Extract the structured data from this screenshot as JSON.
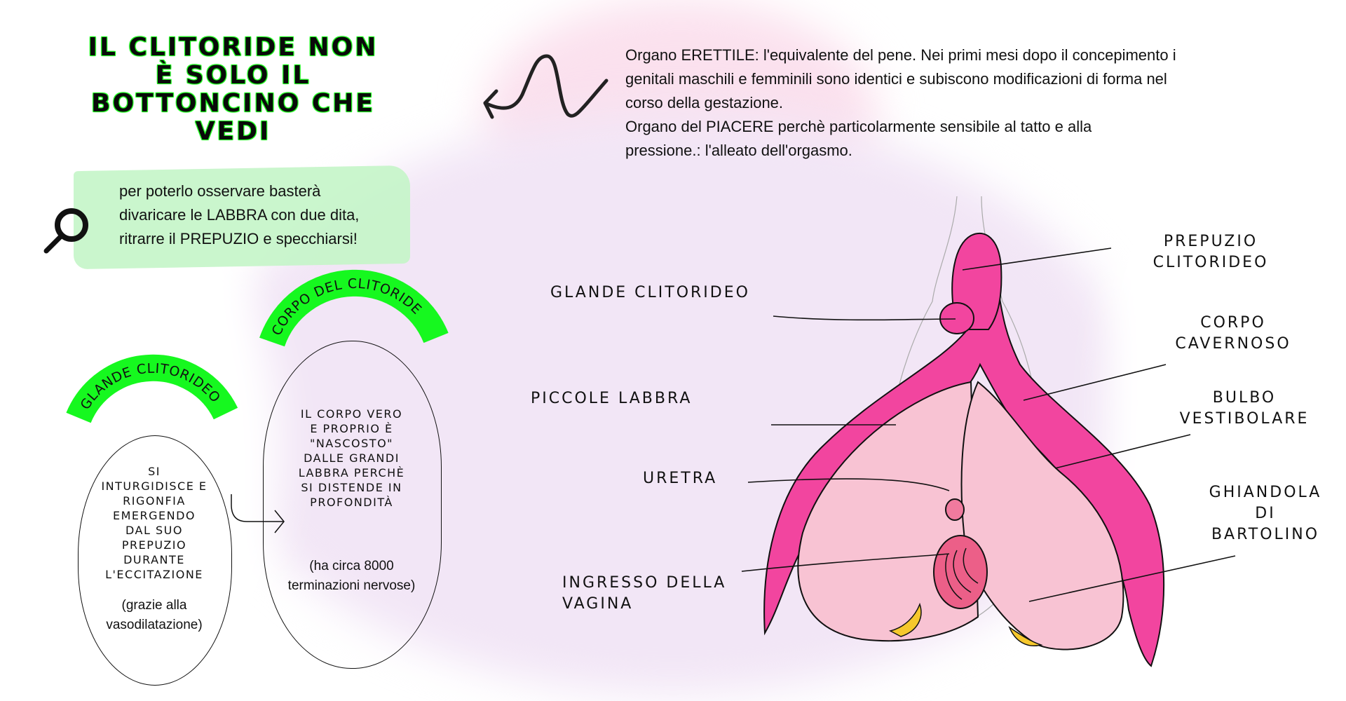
{
  "title": {
    "lines": [
      "IL CLITORIDE NON",
      "È SOLO IL",
      "BOTTONCINO CHE",
      "VEDI"
    ]
  },
  "tip": {
    "icon": "magnifier-icon",
    "lines": [
      "per poterlo osservare basterà",
      "divaricare le LABBRA con due dita,",
      "ritrarre il PREPUZIO e specchiarsi!"
    ]
  },
  "intro": {
    "lines": [
      "Organo ERETTILE: l'equivalente del pene. Nei primi mesi dopo il concepimento i",
      "genitali maschili e femminili sono identici e subiscono modificazioni di forma nel",
      "corso della gestazione.",
      "Organo del PIACERE perchè  particolarmente sensibile al tatto e alla",
      "pressione.: l'alleato dell'orgasmo."
    ]
  },
  "glans_card": {
    "heading": "GLANDE CLITORIDEO",
    "lines": [
      "SI",
      "INTURGIDISCE E",
      "RIGONFIA",
      "EMERGENDO",
      "DAL SUO",
      "PREPUZIO",
      "DURANTE",
      "L'ECCITAZIONE"
    ],
    "note": [
      "(grazie alla",
      "vasodilatazione)"
    ]
  },
  "body_card": {
    "heading": "CORPO DEL CLITORIDE",
    "lines": [
      "IL CORPO VERO",
      "E PROPRIO È",
      "\"NASCOSTO\"",
      "DALLE GRANDI",
      "LABBRA PERCHÈ",
      "SI DISTENDE IN",
      "PROFONDITÀ"
    ],
    "note": [
      "(ha circa 8000",
      "terminazioni nervose)"
    ]
  },
  "diagram": {
    "labels": {
      "glande": "GLANDE CLITORIDEO",
      "piccole_labbra": "PICCOLE LABBRA",
      "uretra": "URETRA",
      "vagina": [
        "INGRESSO DELLA",
        "VAGINA"
      ],
      "prepuzio": [
        "PREPUZIO",
        "CLITORIDEO"
      ],
      "corpo": [
        "CORPO",
        "CAVERNOSO"
      ],
      "bulbo": [
        "BULBO",
        "VESTIBOLARE"
      ],
      "bartolino": [
        "GHIANDOLA",
        "DI",
        "BARTOLINO"
      ]
    },
    "colors": {
      "magenta": "#f2459f",
      "bulb": "#f8c3d3",
      "gland": "#f6c82d",
      "accent_green": "#16f81f"
    }
  }
}
